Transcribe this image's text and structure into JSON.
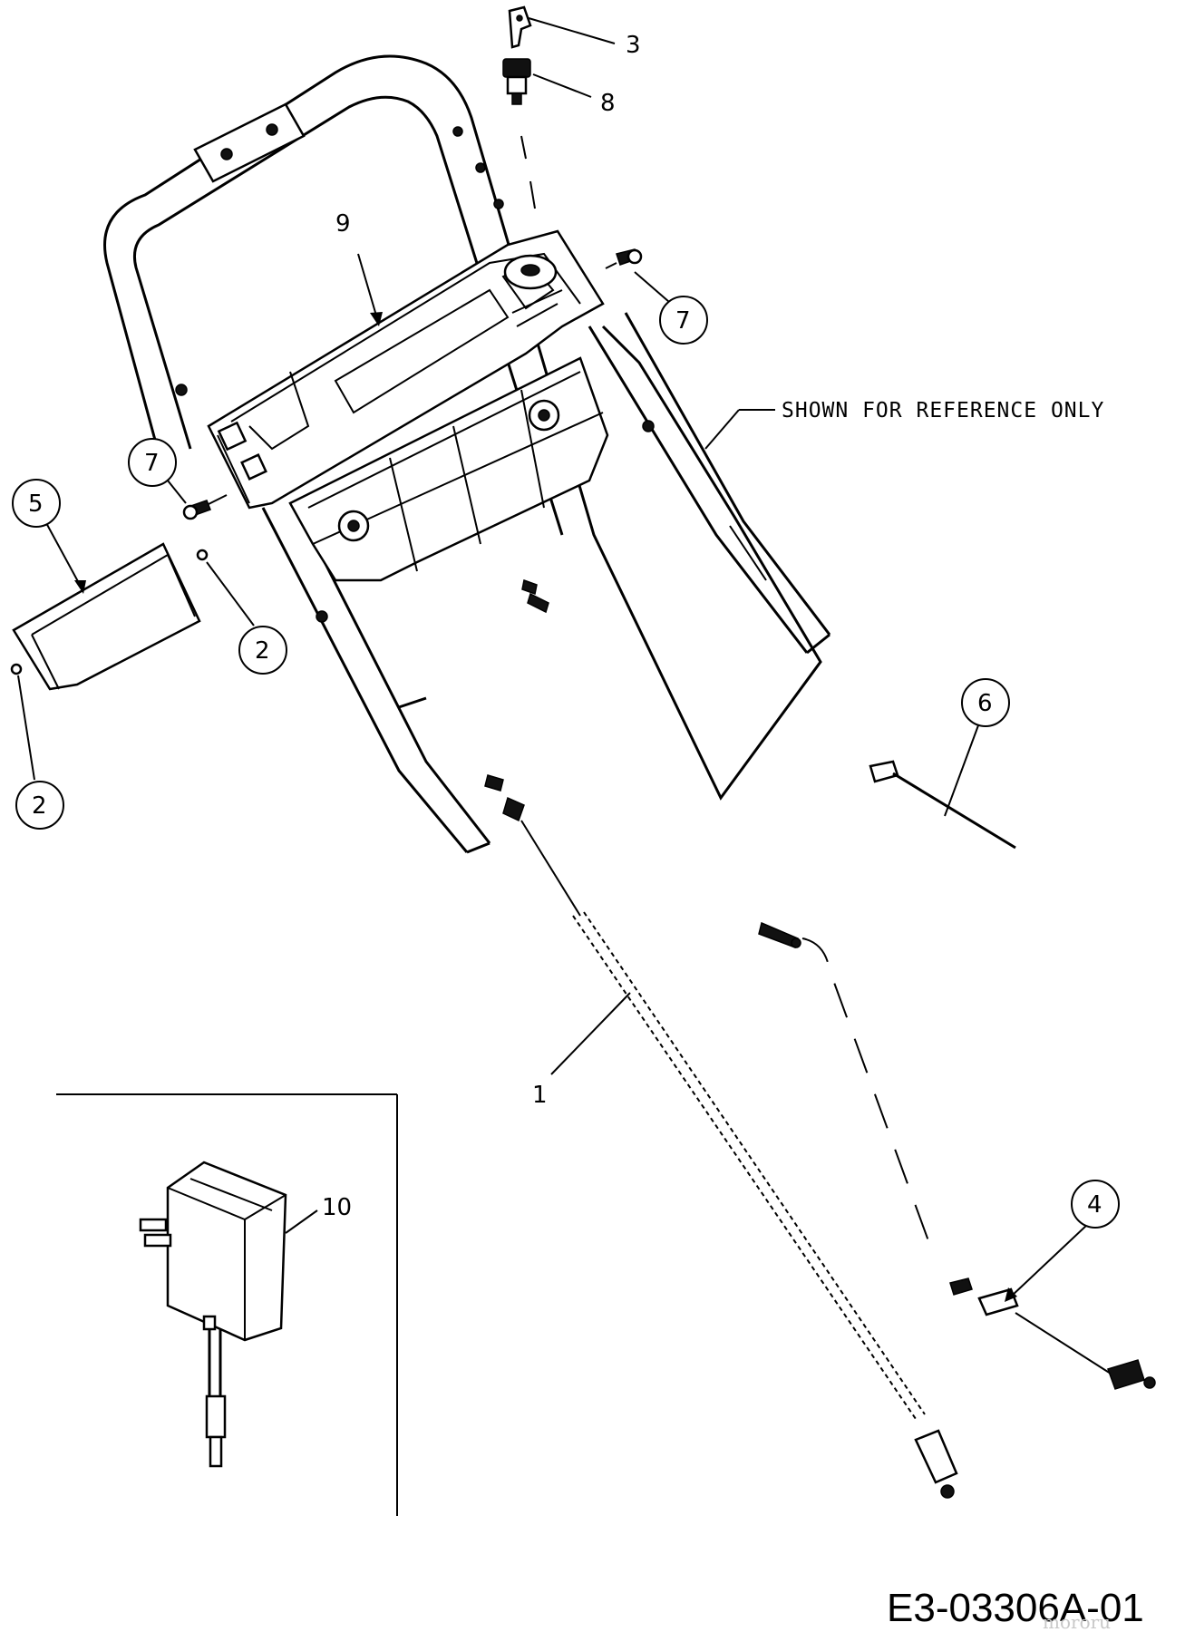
{
  "diagram": {
    "labels": {
      "part_1": "1",
      "part_2a": "2",
      "part_2b": "2",
      "part_3": "3",
      "part_4": "4",
      "part_5": "5",
      "part_6": "6",
      "part_7a": "7",
      "part_7b": "7",
      "part_8": "8",
      "part_9": "9",
      "part_10": "10"
    },
    "reference_note": "SHOWN FOR REFERENCE ONLY",
    "drawing_code": "E3-03306A-01",
    "watermark": "mororu"
  }
}
